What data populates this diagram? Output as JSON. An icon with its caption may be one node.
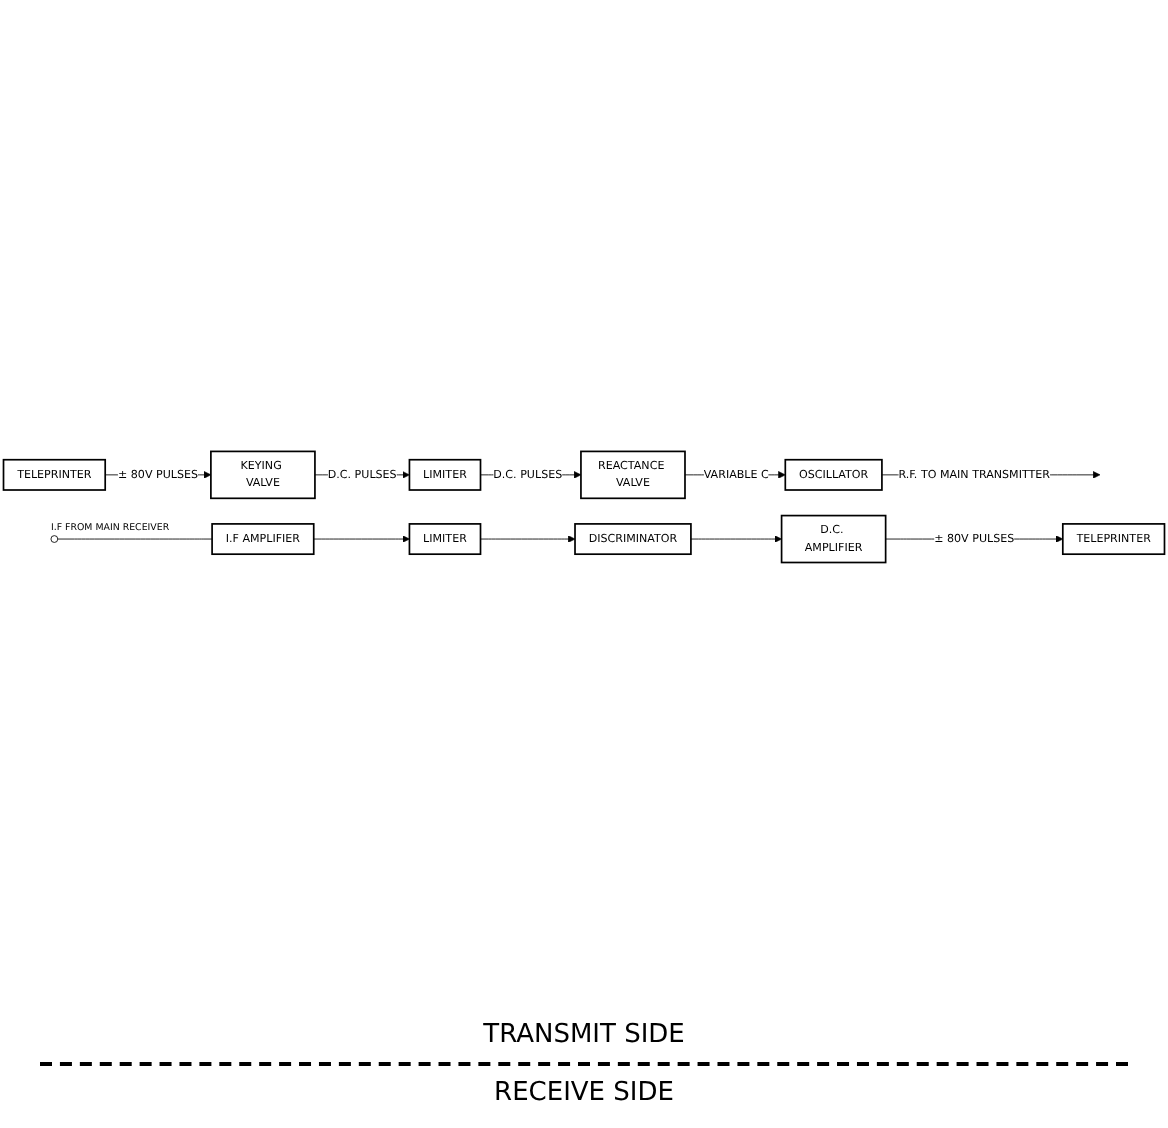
{
  "diagram": {
    "nodes": [
      {
        "text": [
          "KEYING VALVE"
        ]
      },
      {
        "text": [
          "LIMITER"
        ]
      },
      {
        "text": [
          "REACTANCE VALVE"
        ]
      },
      {
        "text": [
          "OSCILLATOR"
        ]
      },
      {
        "text": [
          "TELEPRINTER"
        ]
      },
      {
        "text": [
          "TELEPRINTER"
        ]
      },
      {
        "text": [],
        "shape": "circle",
        "beside": [
          "I.F FROM MAIN RECEIVER"
        ]
      },
      {
        "text": [
          "I.F AMPLIFIER"
        ]
      },
      {
        "text": [
          "LIMITER"
        ]
      },
      {
        "text": [
          "DISCRIMINATOR"
        ]
      },
      {
        "text": [
          "D.C. AMPLIFIER"
        ]
      }
    ],
    "edges": [
      {
        "from": 0,
        "to": 1,
        "arrow": "to",
        "label": "D.C. PULSES"
      },
      {
        "from": 1,
        "to": 2,
        "arrow": "to",
        "label": "D.C. PULSES"
      },
      {
        "from": 2,
        "to": 3,
        "arrow": "to",
        "label": "VARIABLE C"
      },
      {
        "from": 3,
        "to": null,
        "arrow": "to",
        "label": "R.F. TO MAIN TRANSMITTER"
      },
      {
        "from": 4,
        "to": 0,
        "arrow": "to",
        "label": "± 80V PULSES"
      },
      {
        "from": 6,
        "to": 7,
        "arrow": "none"
      },
      {
        "from": 7,
        "to": 8,
        "arrow": "to"
      },
      {
        "from": 8,
        "to": 9,
        "arrow": "to"
      },
      {
        "from": 9,
        "to": 10,
        "arrow": "to"
      },
      {
        "from": 10,
        "to": 5,
        "arrow": "to",
        "label": "± 80V PULSES"
      }
    ],
    "labels": [
      "TRANSMIT SIDE",
      "RECEIVE SIDE"
    ]
  }
}
